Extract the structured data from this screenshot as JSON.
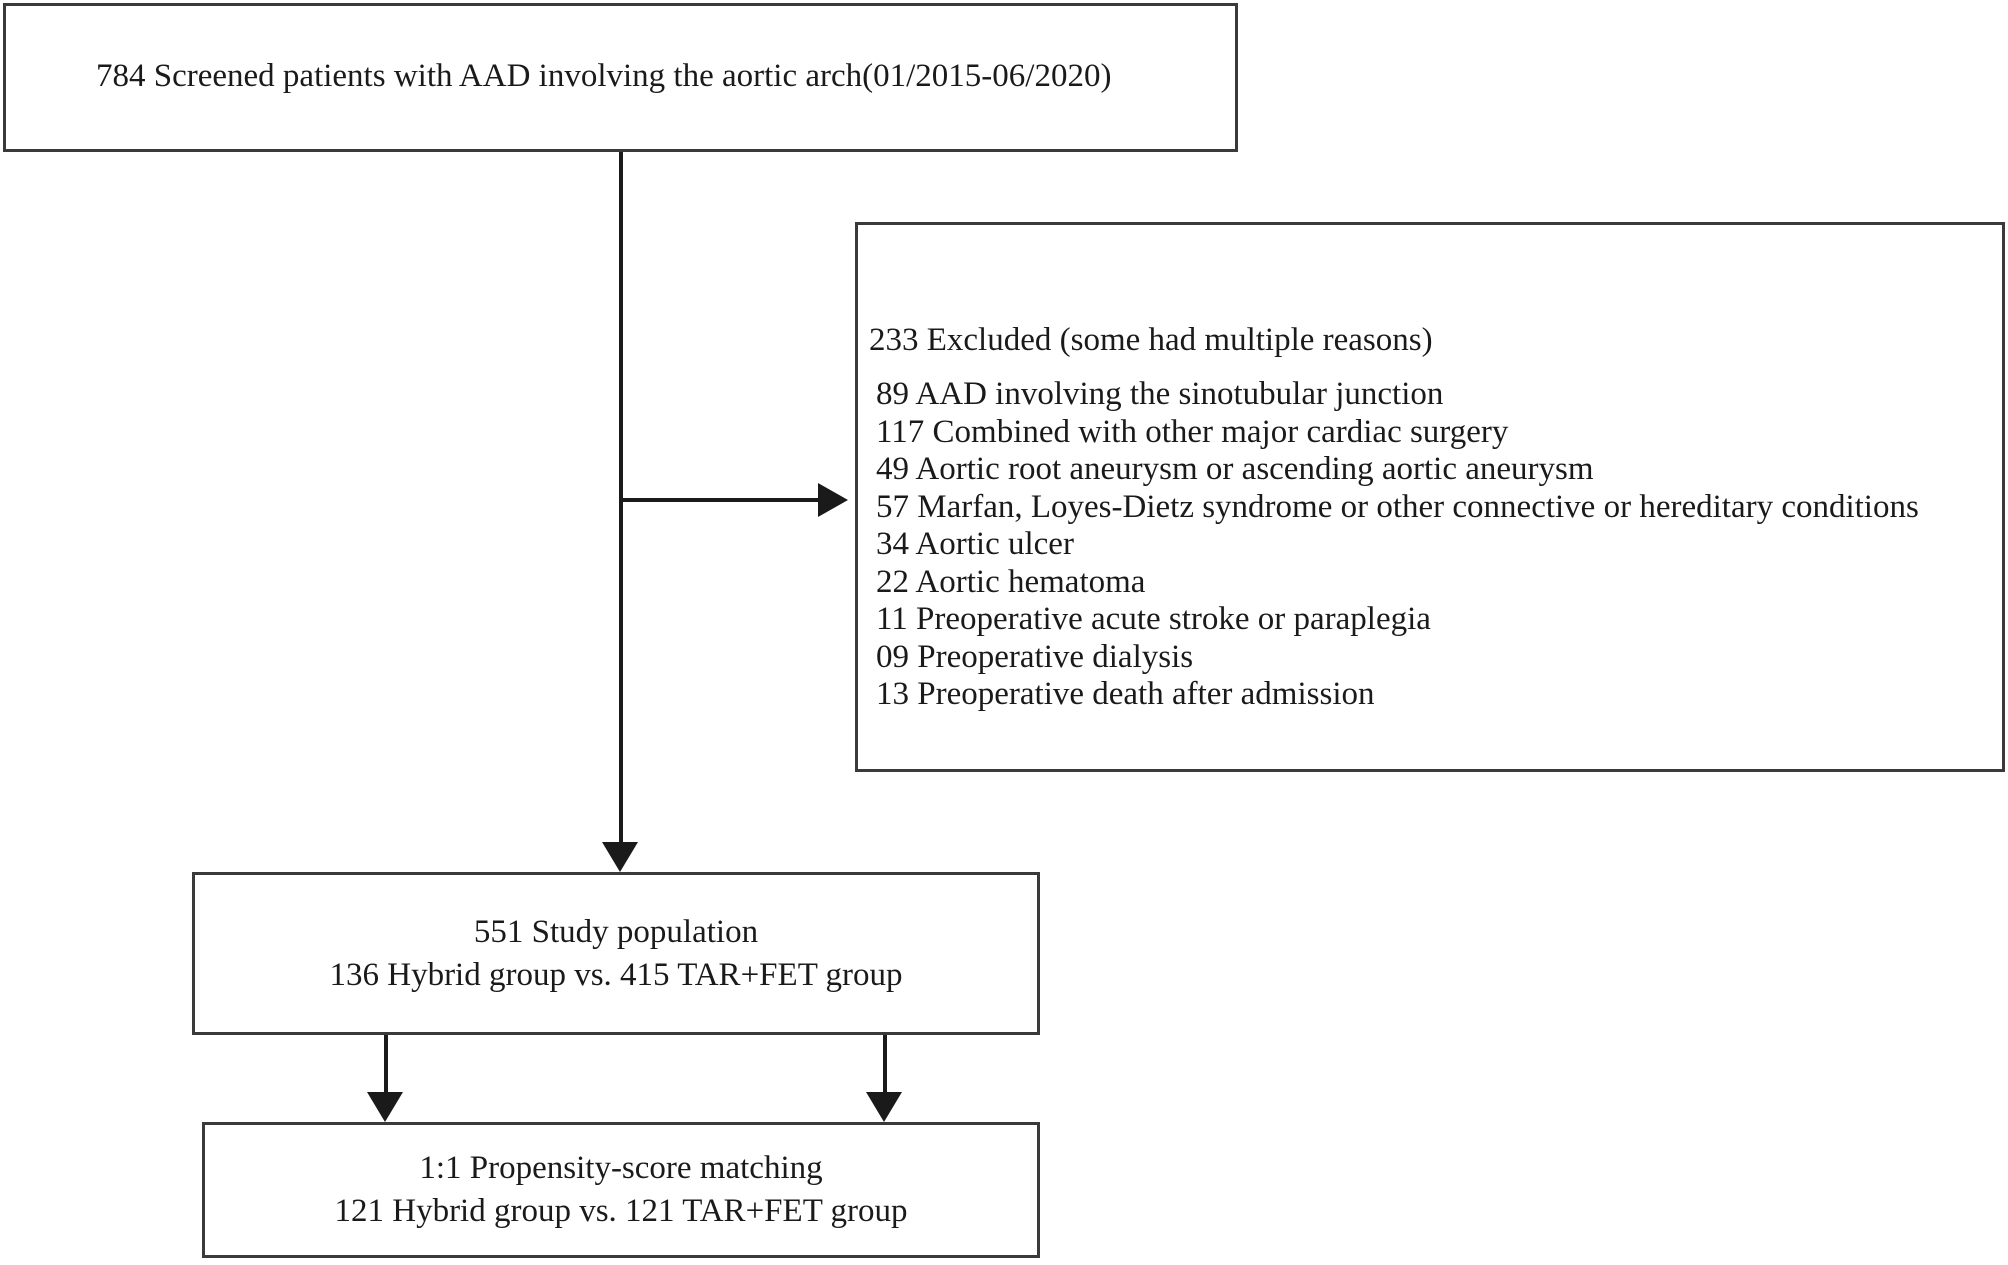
{
  "flowchart": {
    "screened_box": {
      "text": "784 Screened patients with AAD involving the aortic arch(01/2015-06/2020)"
    },
    "excluded_box": {
      "header": "233 Excluded (some had multiple reasons)",
      "reasons": [
        "89 AAD involving the sinotubular junction",
        "117 Combined with other major cardiac surgery",
        "49 Aortic root aneurysm or ascending aortic aneurysm",
        "57 Marfan, Loyes-Dietz syndrome or other connective or hereditary conditions",
        "34 Aortic ulcer",
        "22 Aortic hematoma",
        "11 Preoperative acute stroke or paraplegia",
        "09 Preoperative dialysis",
        "13 Preoperative death after admission"
      ]
    },
    "study_population_box": {
      "line1": "551 Study population",
      "line2": "136 Hybrid group vs. 415 TAR+FET group"
    },
    "matching_box": {
      "line1": "1:1 Propensity-score matching",
      "line2": "121 Hybrid group vs. 121 TAR+FET group"
    },
    "colors": {
      "box_border": "#3a3a3a",
      "connector": "#1a1a1a",
      "text": "#1a1a1a",
      "background": "#ffffff"
    }
  }
}
